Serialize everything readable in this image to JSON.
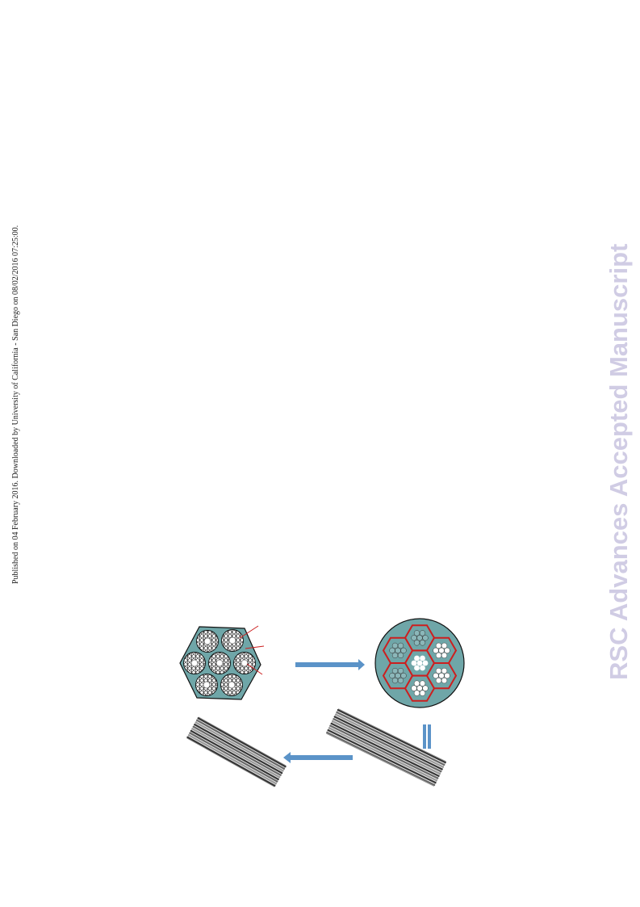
{
  "side_note": "Published on 04 February 2016. Downloaded by University of California - San Diego on 08/02/2016 07:25:00.",
  "watermark": "RSC Advances Accepted Manuscript",
  "colors": {
    "matrix_teal": "#6fa6a8",
    "arrow_blue": "#5b93c8",
    "domain_red": "#cc1f1f",
    "outline": "#111111"
  },
  "figure": {
    "panels": [
      {
        "name": "hexagonal-micelle-array",
        "icon": "hexagon-cross-section"
      },
      {
        "name": "mesoporous-disc-cross-section",
        "icon": "circle-cross-section"
      },
      {
        "name": "channelled-rod",
        "icon": "striped-rod"
      },
      {
        "name": "empty-striped-rod",
        "icon": "striped-rod"
      }
    ],
    "arrows": [
      "right-arrow",
      "down-arrow",
      "left-arrow"
    ]
  }
}
